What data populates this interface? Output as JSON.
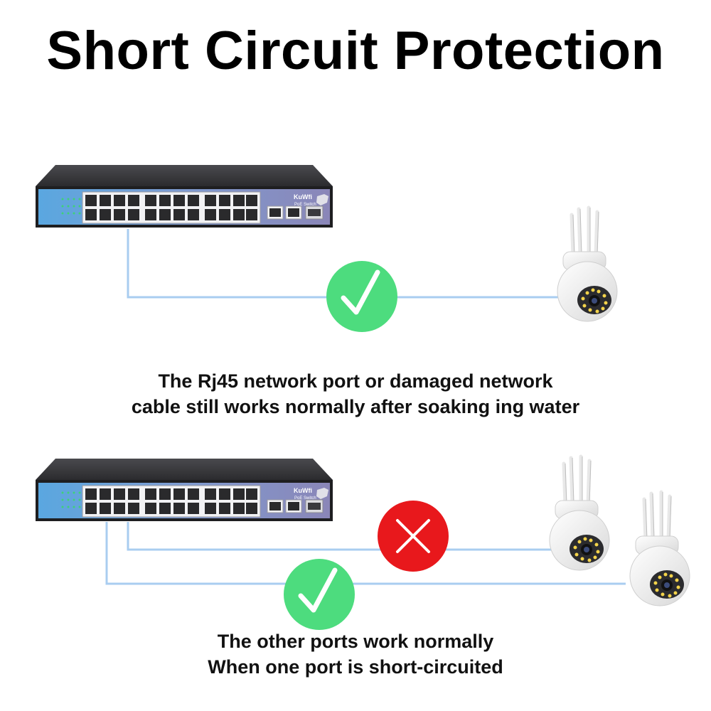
{
  "title": "Short Circuit Protection",
  "switch": {
    "brand": "KuWfi",
    "model": "PoE Switch"
  },
  "scenario_1": {
    "status_icon": "check-icon",
    "status_color": "#4ddc7e",
    "caption_line_1": "The Rj45 network port or damaged network",
    "caption_line_2": "cable still works normally after soaking ing water"
  },
  "scenario_2": {
    "fault_icon": "cross-icon",
    "fault_color": "#e8181c",
    "ok_icon": "check-icon",
    "ok_color": "#4ddc7e",
    "caption_line_1": "The other ports work normally",
    "caption_line_2": "When one port is short-circuited"
  },
  "colors": {
    "cable": "#a9cdf0",
    "switch_panel_blue": "#5aa7e0",
    "switch_panel_purple": "#8a86b8"
  }
}
